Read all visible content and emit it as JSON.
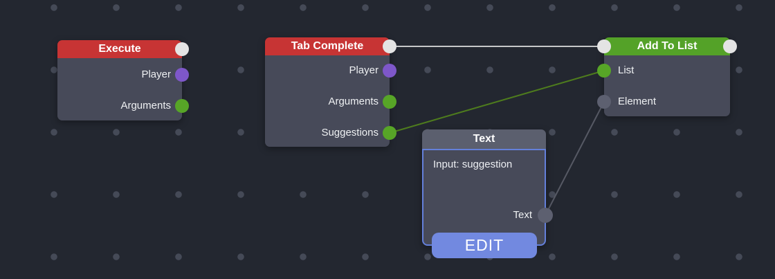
{
  "canvas": {
    "background_color": "#232730",
    "grid_dot_color": "#454a57"
  },
  "nodes": {
    "execute": {
      "title": "Execute",
      "header_color": "#c73434",
      "ports": [
        {
          "label": "Player",
          "color": "#7e57c9"
        },
        {
          "label": "Arguments",
          "color": "#57a527"
        }
      ]
    },
    "tab_complete": {
      "title": "Tab Complete",
      "header_color": "#c73434",
      "ports": [
        {
          "label": "Player",
          "color": "#7e57c9"
        },
        {
          "label": "Arguments",
          "color": "#57a527"
        },
        {
          "label": "Suggestions",
          "color": "#57a527"
        }
      ]
    },
    "add_to_list": {
      "title": "Add To List",
      "header_color": "#54a228",
      "ports": [
        {
          "label": "List",
          "color": "#57a527"
        },
        {
          "label": "Element",
          "color": "#5d6070"
        }
      ]
    },
    "text": {
      "title": "Text",
      "header_color": "#5b5f6e",
      "input_line": "Input: suggestion",
      "ports": [
        {
          "label": "Text",
          "color": "#5d6070"
        }
      ],
      "edit_button_label": "EDIT",
      "edit_button_color": "#7289e0",
      "selected_border_color": "#6480db"
    }
  },
  "flow_dot_color": "#e4e4e4",
  "connections": [
    {
      "from": "tab-flow-out",
      "to": "add-flow-in",
      "color": "#c6c7c9",
      "width": 2
    },
    {
      "from": "tab-suggestions",
      "to": "add-list",
      "color": "#4e7c1d",
      "width": 2
    },
    {
      "from": "text-out",
      "to": "add-element",
      "color": "#565964",
      "width": 2
    }
  ]
}
